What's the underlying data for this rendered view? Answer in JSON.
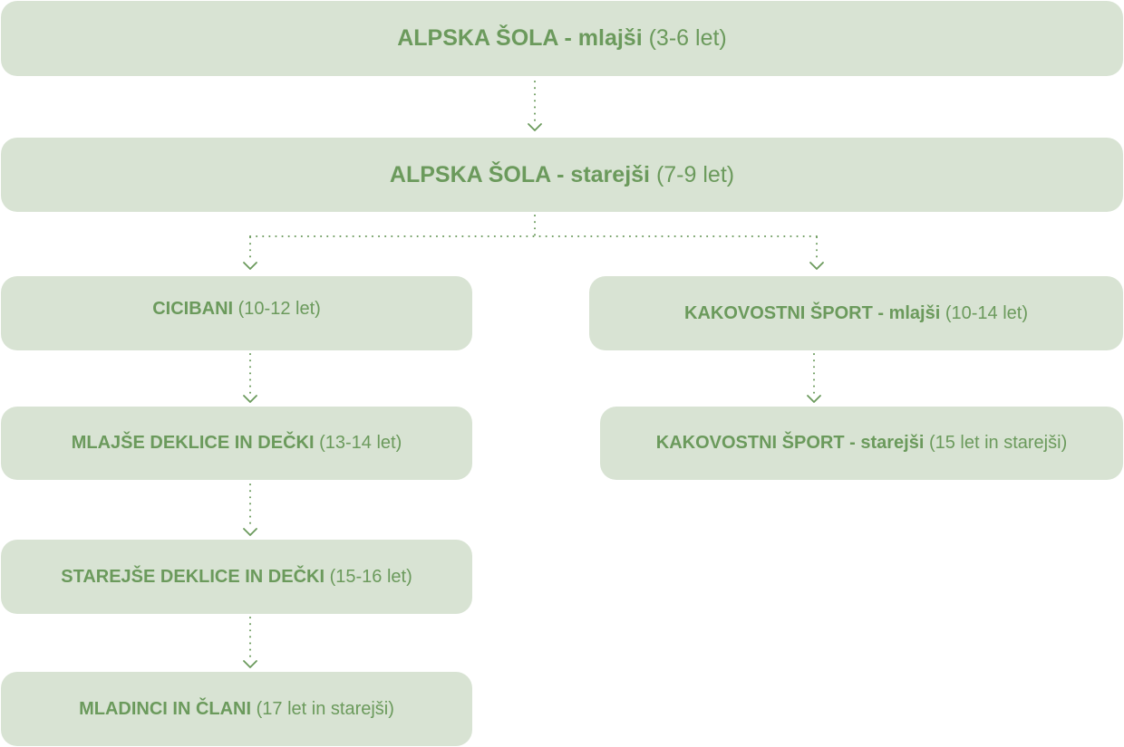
{
  "diagram": {
    "title": "",
    "nodes": [
      {
        "id": "alpska-mlajsi",
        "bold": "ALPSKA ŠOLA - mlajši",
        "age": "(3-6 let)"
      },
      {
        "id": "alpska-starejsi",
        "bold": "ALPSKA ŠOLA - starejši",
        "age": "(7-9 let)"
      },
      {
        "id": "cicibani",
        "bold": "CICIBANI",
        "age": "(10-12 let)"
      },
      {
        "id": "kakovostni-mlajsi",
        "bold": "KAKOVOSTNI ŠPORT - mlajši",
        "age": "(10-14 let)"
      },
      {
        "id": "mlajse-deklice",
        "bold": "MLAJŠE DEKLICE IN DEČKI",
        "age": "(13-14 let)"
      },
      {
        "id": "kakovostni-starejsi",
        "bold": "KAKOVOSTNI ŠPORT - starejši",
        "age": "(15 let in starejši)"
      },
      {
        "id": "starejse-deklice",
        "bold": "STAREJŠE DEKLICE IN DEČKI",
        "age": "(15-16 let)"
      },
      {
        "id": "mladinci",
        "bold": "MLADINCI IN ČLANI",
        "age": "(17 let in starejši)"
      }
    ],
    "edges": [
      {
        "from": "alpska-mlajsi",
        "to": "alpska-starejsi"
      },
      {
        "from": "alpska-starejsi",
        "to": "cicibani"
      },
      {
        "from": "alpska-starejsi",
        "to": "kakovostni-mlajsi"
      },
      {
        "from": "cicibani",
        "to": "mlajse-deklice"
      },
      {
        "from": "mlajse-deklice",
        "to": "starejse-deklice"
      },
      {
        "from": "starejse-deklice",
        "to": "mladinci"
      },
      {
        "from": "kakovostni-mlajsi",
        "to": "kakovostni-starejsi"
      }
    ],
    "colors": {
      "box_fill": "#d8e3d3",
      "text": "#6b9a5c",
      "connector": "#6b9a5c"
    }
  }
}
